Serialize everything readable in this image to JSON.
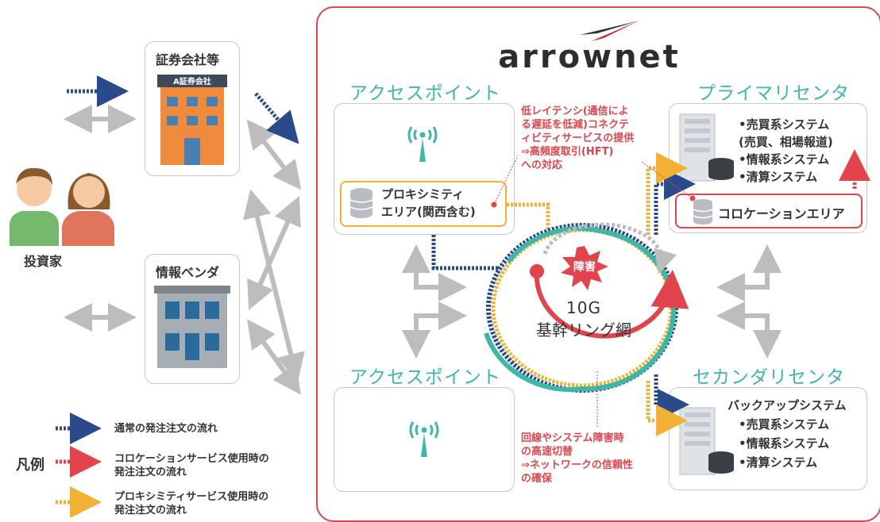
{
  "brand": {
    "name": "arrownet",
    "color": "#2d2d2d",
    "accent": "#d8232a"
  },
  "colors": {
    "teal": "#3fb7a8",
    "red": "#e2444d",
    "navy": "#2b4a8c",
    "orange": "#f2b134",
    "gray": "#bdbdbd"
  },
  "left": {
    "securities": {
      "title": "証券会社等",
      "sign": "A証券会社"
    },
    "investors": {
      "label": "投資家"
    },
    "vendor": {
      "title": "情報ベンダ"
    }
  },
  "access_point_top": {
    "heading": "アクセスポイント",
    "proximity": {
      "line1": "プロキシミティ",
      "line2": "エリア(関西含む)"
    }
  },
  "access_point_bottom": {
    "heading": "アクセスポイント"
  },
  "primary": {
    "heading": "プライマリセンタ",
    "systems": [
      "•売買系システム",
      "(売買、相場報道)",
      "•情報系システム",
      "•清算システム"
    ],
    "colocation": "コロケーションエリア"
  },
  "secondary": {
    "heading": "セカンダリセンタ",
    "systems": [
      "バックアップシステム",
      "•売買系システム",
      "•情報系システム",
      "•清算システム"
    ]
  },
  "ring": {
    "fault": "障害",
    "line1": "10G",
    "line2": "基幹リング網"
  },
  "notes": {
    "latency": [
      "低レイテンシ(通信によ",
      "る遅延を低減)コネクテ",
      "ィビティサービスの提供",
      "⇒高頻度取引(HFT)",
      "への対応"
    ],
    "reliability": [
      "回線やシステム障害時",
      "の高速切替",
      "⇒ネットワークの信頼性",
      "の確保"
    ]
  },
  "legend": {
    "title": "凡例",
    "items": [
      {
        "lines": [
          "通常の発注注文の流れ"
        ]
      },
      {
        "lines": [
          "コロケーションサービス使用時の",
          "発注注文の流れ"
        ]
      },
      {
        "lines": [
          "プロキシミティサービス使用時の",
          "発注注文の流れ"
        ]
      }
    ]
  }
}
